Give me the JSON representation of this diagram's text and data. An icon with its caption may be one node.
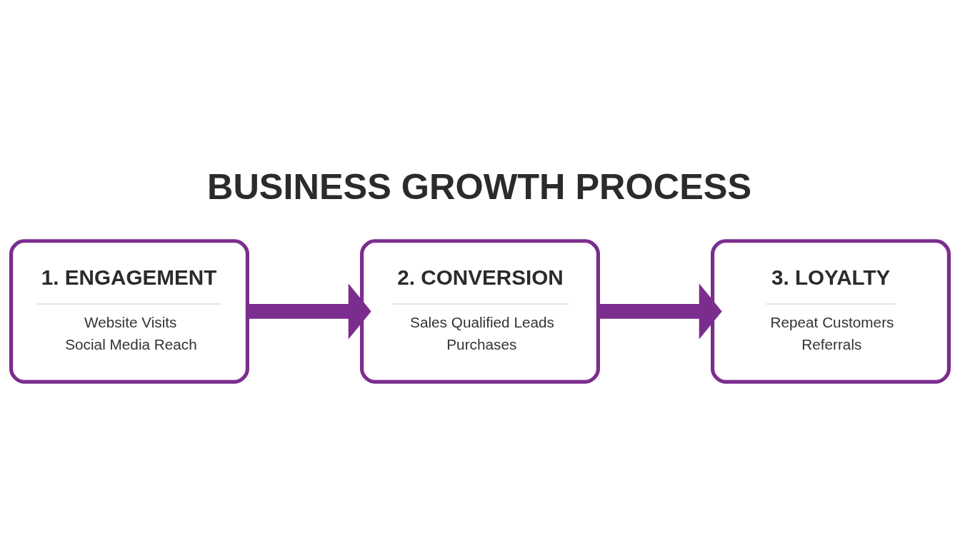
{
  "diagram": {
    "title": "BUSINESS GROWTH PROCESS",
    "nodes": [
      {
        "text": [
          "1. ENGAGEMENT",
          "Website Visits",
          "Social Media Reach"
        ]
      },
      {
        "text": [
          "2. CONVERSION",
          "Sales Qualified Leads",
          "Purchases"
        ]
      },
      {
        "text": [
          "3. LOYALTY",
          "Repeat Customers",
          "Referrals"
        ]
      }
    ],
    "edges": [
      {
        "from": 0,
        "to": 1,
        "arrow": "to"
      },
      {
        "from": 1,
        "to": 2,
        "arrow": "to"
      }
    ]
  }
}
